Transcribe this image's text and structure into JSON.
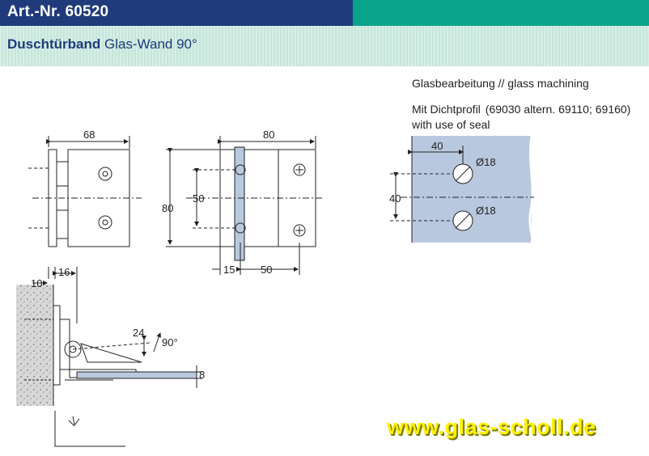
{
  "header": {
    "article_number": "Art.-Nr. 60520",
    "product_bold": "Duschtürband",
    "product_rest": "Glas-Wand 90°"
  },
  "machining": {
    "heading": "Glasbearbeitung // glass machining",
    "seal_label": "Mit Dichtprofil",
    "seal_alternatives": "(69030 altern. 69110; 69160)",
    "seal_english": "with use of seal",
    "dim_edge": "40",
    "dim_spacing": "40",
    "hole_top": "Ø18",
    "hole_bottom": "Ø18",
    "glass_color": "#b8c8df"
  },
  "front_view": {
    "width": "68"
  },
  "side_view": {
    "width": "80",
    "height": "80",
    "hole_spacing": "50",
    "left_offset": "15",
    "right_width": "50"
  },
  "top_view": {
    "wall_offset": "10",
    "pin_offset": "16",
    "pivot_height": "24",
    "opening_angle": "90°",
    "glass_thickness": "8"
  },
  "footer": {
    "website": "www.glas-scholl.de"
  }
}
